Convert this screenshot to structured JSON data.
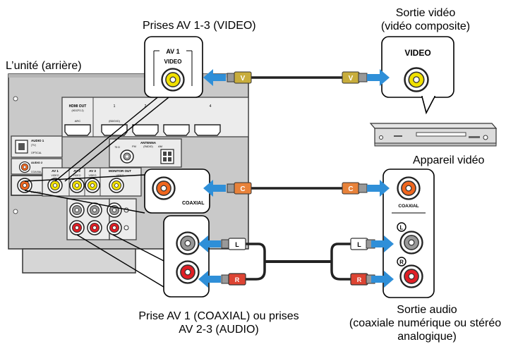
{
  "labels": {
    "jack_av13_video": "Prises AV 1-3 (VIDEO)",
    "video_out_line1": "Sortie vidéo",
    "video_out_line2": "(vidéo composite)",
    "unit_rear": "L’unité (arrière)",
    "video_device": "Appareil vidéo",
    "jack_bottom_line1": "Prise AV 1 (COAXIAL) ou prises",
    "jack_bottom_line2": "AV 2-3 (AUDIO)",
    "audio_out_line1": "Sortie audio",
    "audio_out_line2": "(coaxiale numérique ou stéréo",
    "audio_out_line3": "analogique)"
  },
  "panel": {
    "hdmi_out": "HDMI OUT",
    "hdmi_out_sub": "(HDCP2.2)",
    "hdmi_out_arc": "ARC",
    "hdmi_in_1": "1",
    "hdmi_in_2": "2",
    "hdmi_in_4": "4",
    "hdmi_in_bd": "(BD/DVD)",
    "antenna": "ANTENNA",
    "antenna_sub": "(RADIO)",
    "fm": "FM",
    "am": "AM",
    "fm_ohm": "75 Ω",
    "audio1": "AUDIO 1",
    "audio1_sub": "(TV)",
    "optical": "OPTICAL",
    "audio2": "AUDIO 2",
    "coaxial_small": "COAXIAL",
    "av1": "AV 1",
    "av2": "AV 2",
    "av3": "AV 3",
    "video_small": "VIDEO",
    "monitor_out": "MONITOR OUT"
  },
  "callouts": {
    "av1": "AV 1",
    "video": "VIDEO",
    "coaxial": "COAXIAL"
  },
  "device": {
    "video": "VIDEO",
    "coaxial": "COAXIAL",
    "left": "L",
    "right": "R"
  },
  "cables": {
    "video_plug": "V",
    "coax_plug": "C",
    "left_plug": "L",
    "right_plug": "R"
  },
  "colors": {
    "arrow": "#2f8fd8",
    "video_yellow": "#f0e000",
    "coax_orange": "#f0661e",
    "audio_red": "#e01e25",
    "plug_gold": "#c8ad3c",
    "plug_orange": "#e8823a",
    "plug_red": "#dd4433",
    "panel_grey": "#c9c9c9"
  }
}
